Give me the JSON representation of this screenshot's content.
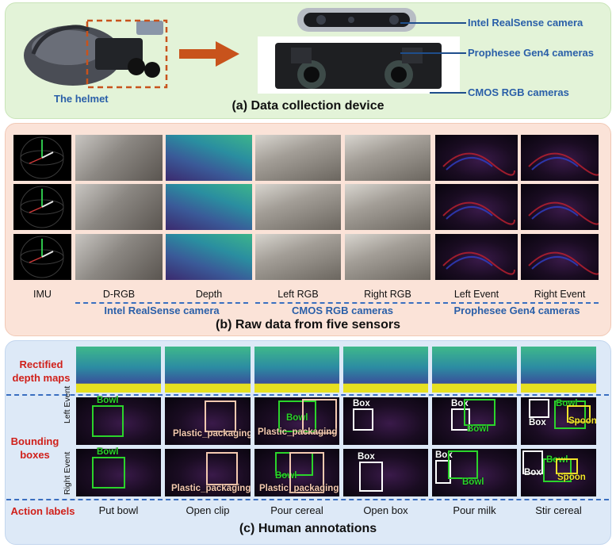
{
  "panel_a": {
    "helmet_label": "The helmet",
    "camera_labels": [
      "Intel RealSense camera",
      "Prophesee Gen4 cameras",
      "CMOS RGB cameras"
    ],
    "caption": "(a) Data collection device"
  },
  "panel_b": {
    "column_labels": [
      "IMU",
      "D-RGB",
      "Depth",
      "Left RGB",
      "Right RGB",
      "Left Event",
      "Right Event"
    ],
    "group_labels": [
      "Intel RealSense camera",
      "CMOS RGB cameras",
      "Prophesee Gen4 cameras"
    ],
    "caption": "(b) Raw data from five sensors"
  },
  "panel_c": {
    "row_labels": [
      "Rectified\ndepth maps",
      "Bounding\nboxes",
      "Action labels"
    ],
    "sub_row_labels": [
      "Left Event",
      "Right Event"
    ],
    "actions": [
      "Put bowl",
      "Open clip",
      "Pour cereal",
      "Open box",
      "Pour milk",
      "Stir cereal"
    ],
    "box_labels": {
      "bowl": "Bowl",
      "plastic": "Plastic_packaging",
      "box": "Box",
      "spoon": "Spoon"
    },
    "caption": "(c) Human annotations"
  },
  "colors": {
    "panel_a_bg": "#e3f3d8",
    "panel_b_bg": "#fbe3d8",
    "panel_c_bg": "#dde9f7",
    "arrow": "#c8531c",
    "label_blue": "#2a5fa8",
    "label_red": "#d0201a",
    "box_green": "#2bd42b",
    "box_pink": "#f4c9b0",
    "box_white": "#ffffff",
    "box_yellow": "#f2e42a"
  }
}
